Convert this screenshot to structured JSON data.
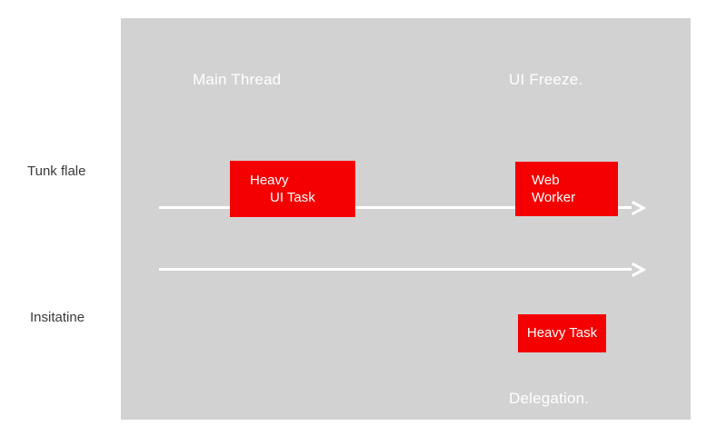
{
  "diagram": {
    "title_captions": {
      "main_thread": "Main Thread",
      "ui_freeze": "UI Freeze.",
      "delegation": "Delegation."
    },
    "row_labels": {
      "thread": "Tunk flale",
      "instance": "Insitatine"
    },
    "tasks": [
      {
        "name": "heavy-ui-task",
        "line_1": "Heavy",
        "line_2": "UI Task"
      },
      {
        "name": "web-worker",
        "line_1": "Web",
        "line_2": "Worker"
      },
      {
        "name": "heavy-task",
        "line_1": "Heavy Task"
      }
    ],
    "colors": {
      "panel_background": "#d2d2d2",
      "task_block": "#f50000",
      "timeline": "#ffffff",
      "caption_text": "#ffffff",
      "label_text": "#3a3a3a",
      "page_background": "#ffffff"
    },
    "icons": {
      "arrow_right": "arrow-right-icon"
    }
  }
}
